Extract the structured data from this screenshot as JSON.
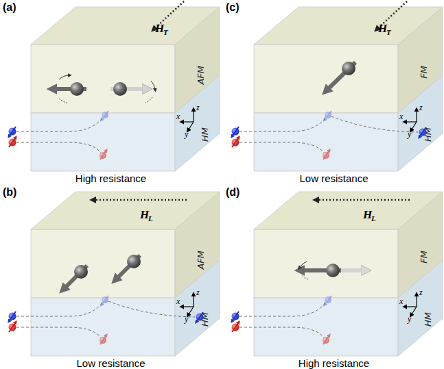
{
  "diagram": {
    "nodes": [
      {
        "text": [
          "AFM"
        ]
      },
      {
        "text": [
          "HM"
        ]
      },
      {
        "text": [
          "FM"
        ]
      },
      {
        "text": [
          "HM"
        ]
      },
      {
        "text": [
          "AFM"
        ]
      },
      {
        "text": [
          "HM"
        ]
      },
      {
        "text": [
          "FM"
        ]
      },
      {
        "text": [
          "HM"
        ]
      }
    ],
    "labels": [
      "(a)",
      "H",
      "T",
      "z",
      "x",
      "y",
      "High resistance",
      "(c)",
      "H",
      "T",
      "z",
      "x",
      "y",
      "Low resistance",
      "(b)",
      "H",
      "L",
      "z",
      "x",
      "y",
      "Low resistance",
      "(d)",
      "H",
      "L",
      "z",
      "x",
      "y",
      "High resistance"
    ]
  }
}
